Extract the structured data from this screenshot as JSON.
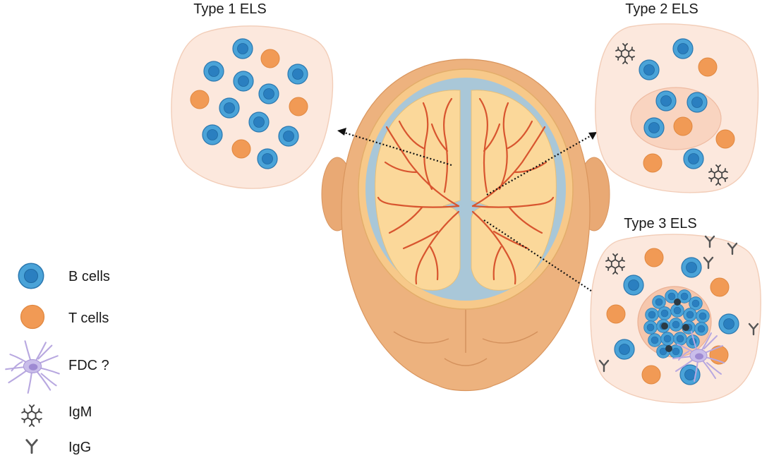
{
  "panels": {
    "type1": {
      "title": "Type 1 ELS"
    },
    "type2": {
      "title": "Type 2 ELS"
    },
    "type3": {
      "title": "Type 3 ELS"
    }
  },
  "legend": {
    "b_cells": "B cells",
    "t_cells": "T cells",
    "fdc": "FDC ?",
    "igm": "IgM",
    "igg": "IgG"
  },
  "colors": {
    "b_cell_fill": "#4aa3d8",
    "b_cell_core": "#2a7fc0",
    "t_cell_fill": "#f19a55",
    "panel_fill": "#fce8dd",
    "skin": "#edb27e",
    "brain": "#fbd89a",
    "vessel": "#d8552f",
    "csf": "#a9c7d8",
    "fdc": "#b8a8e0",
    "antibody": "#555555"
  }
}
